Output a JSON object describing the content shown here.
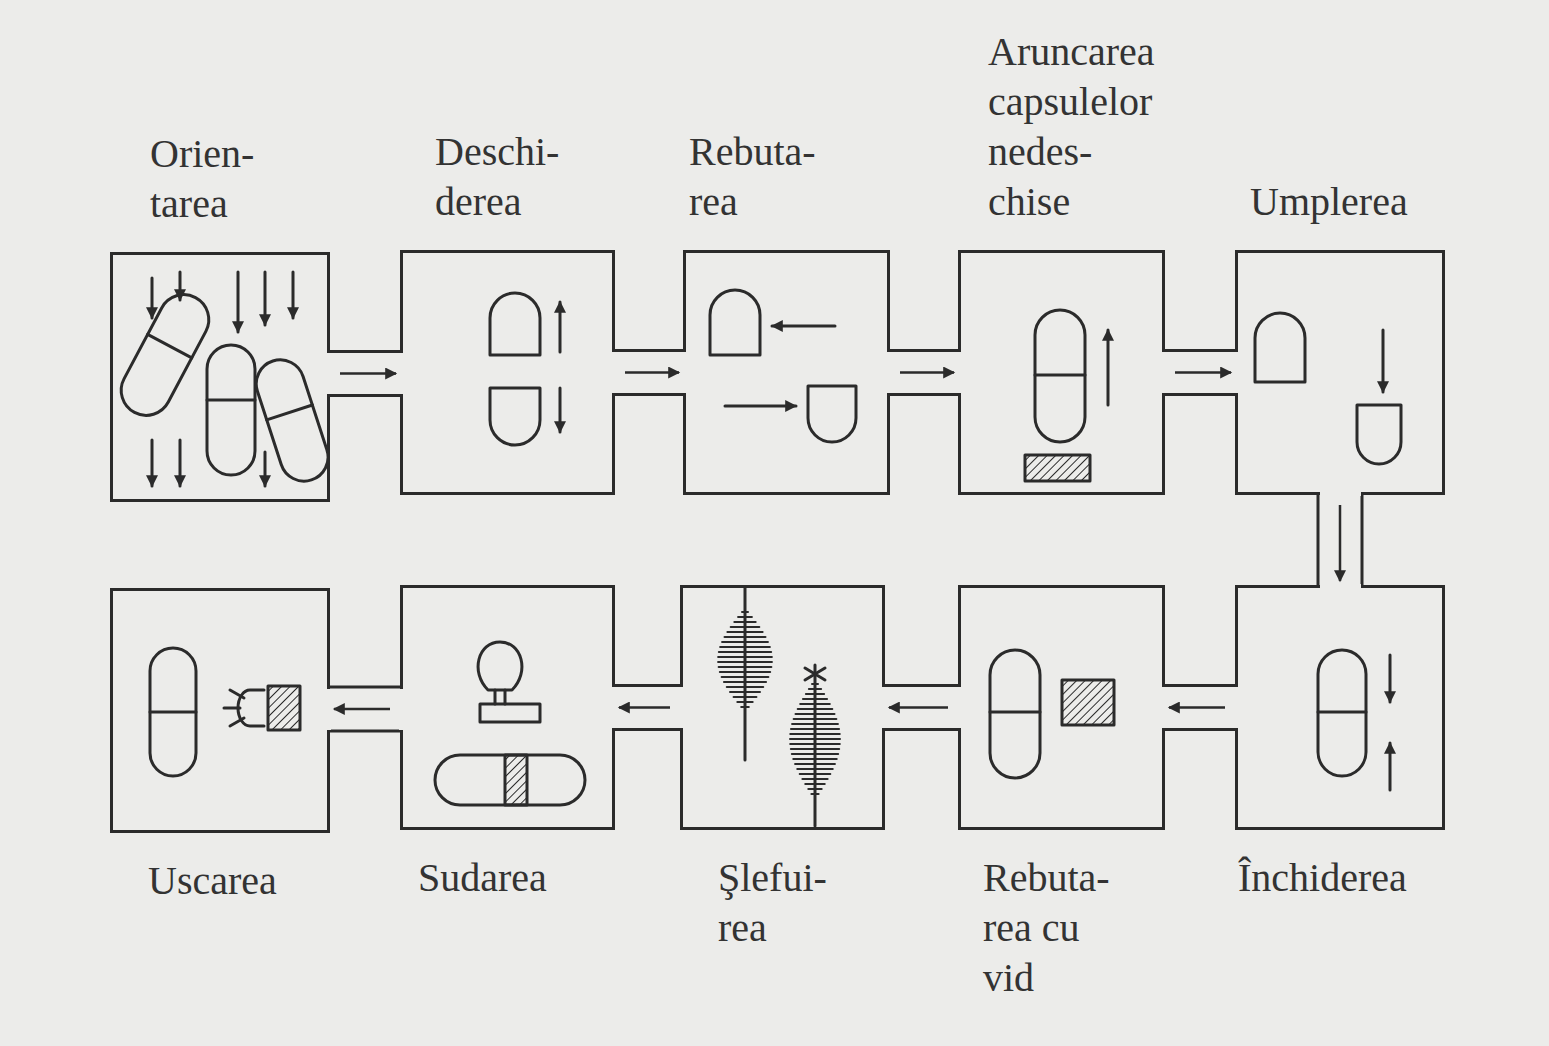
{
  "diagram": {
    "nodes": [
      {
        "text": [
          "Orien- tarea"
        ]
      },
      {
        "text": [
          "Deschi- derea"
        ]
      },
      {
        "text": [
          "Rebuta- rea"
        ]
      },
      {
        "text": [
          "Aruncarea capsulelor nedes- chise"
        ]
      },
      {
        "text": [
          "Umplerea"
        ]
      },
      {
        "text": [
          "Uscarea"
        ]
      },
      {
        "text": [
          "Sudarea"
        ]
      },
      {
        "text": [
          "Şlefui- rea"
        ]
      },
      {
        "text": [
          "Rebuta- rea cu vid"
        ]
      },
      {
        "text": [
          "Închiderea"
        ]
      }
    ],
    "edges": [
      {
        "from": 0,
        "to": 1,
        "arrow": "to"
      },
      {
        "from": 1,
        "to": 2,
        "arrow": "to"
      },
      {
        "from": 2,
        "to": 3,
        "arrow": "to"
      },
      {
        "from": 3,
        "to": 4,
        "arrow": "to"
      },
      {
        "from": 4,
        "to": 9,
        "arrow": "to"
      },
      {
        "from": 9,
        "to": 8,
        "arrow": "to"
      },
      {
        "from": 8,
        "to": 7,
        "arrow": "to"
      },
      {
        "from": 7,
        "to": 6,
        "arrow": "to"
      },
      {
        "from": 6,
        "to": 5,
        "arrow": "to"
      }
    ]
  }
}
